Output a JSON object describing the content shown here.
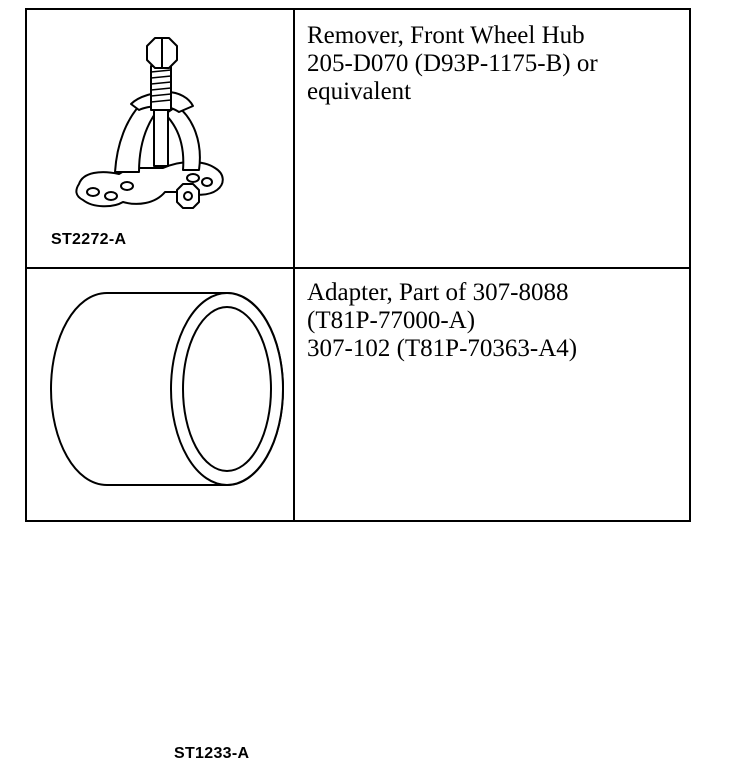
{
  "tools": [
    {
      "code": "ST2272-A",
      "icon": "wheel-hub-remover-illustration",
      "lines": [
        "Remover, Front Wheel Hub",
        "205-D070 (D93P-1175-B) or",
        "equivalent"
      ]
    },
    {
      "code": "ST1233-A",
      "icon": "adapter-sleeve-illustration",
      "lines": [
        "Adapter, Part of 307-8088",
        "(T81P-77000-A)",
        "307-102 (T81P-70363-A4)"
      ]
    }
  ]
}
